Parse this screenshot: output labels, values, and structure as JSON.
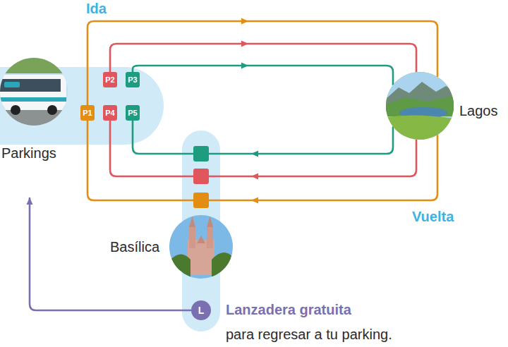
{
  "diagram": {
    "nodes": [
      {
        "text": [
          "Parkings"
        ]
      },
      {
        "text": [
          "P1"
        ],
        "in": 0
      },
      {
        "text": [
          "P2"
        ],
        "in": 0
      },
      {
        "text": [
          "P3"
        ],
        "in": 0
      },
      {
        "text": [
          "P4"
        ],
        "in": 0
      },
      {
        "text": [
          "P5"
        ],
        "in": 0
      },
      {
        "text": [
          "Lagos"
        ]
      },
      {
        "text": [
          "Basílica"
        ]
      },
      {
        "text": [
          "L",
          "Lanzadera gratuita",
          "para regresar a tu parking."
        ],
        "in": 7
      }
    ],
    "edges": [
      {
        "from": 1,
        "to": 6,
        "arrow": "to"
      },
      {
        "from": 2,
        "to": 6,
        "arrow": "to"
      },
      {
        "from": 3,
        "to": 6,
        "arrow": "to"
      },
      {
        "from": 6,
        "to": 7,
        "arrow": "to"
      },
      {
        "from": 6,
        "to": 7,
        "arrow": "to"
      },
      {
        "from": 6,
        "to": 7,
        "arrow": "to"
      },
      {
        "from": 7,
        "to": 1,
        "arrow": "none"
      },
      {
        "from": 7,
        "to": 4,
        "arrow": "none"
      },
      {
        "from": 7,
        "to": 5,
        "arrow": "none"
      },
      {
        "from": 8,
        "to": 0,
        "arrow": "to"
      }
    ],
    "labels": [
      "Ida",
      "Vuelta"
    ]
  }
}
